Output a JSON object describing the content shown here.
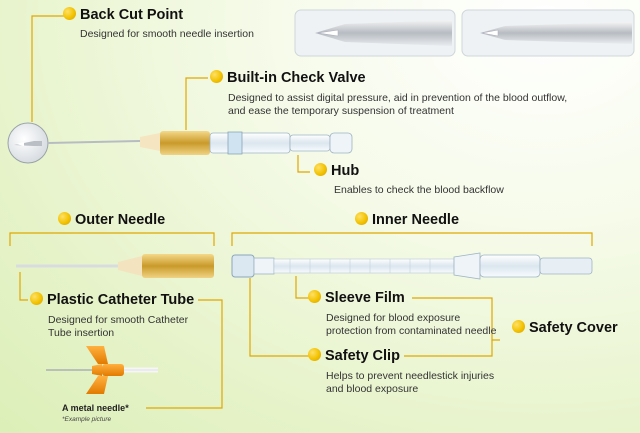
{
  "callouts": {
    "back_cut_point": {
      "title": "Back Cut Point",
      "desc": "Designed for smooth needle insertion"
    },
    "check_valve": {
      "title": "Built-in Check Valve",
      "desc_line1": "Designed to assist digital pressure, aid in prevention of the blood outflow,",
      "desc_line2": "and ease the temporary suspension of treatment"
    },
    "hub": {
      "title": "Hub",
      "desc": "Enables to check the blood backflow"
    },
    "outer_needle": {
      "title": "Outer Needle"
    },
    "inner_needle": {
      "title": "Inner Needle"
    },
    "catheter_tube": {
      "title": "Plastic Catheter Tube",
      "desc_line1": "Designed for smooth Catheter",
      "desc_line2": "Tube insertion"
    },
    "sleeve_film": {
      "title": "Sleeve Film",
      "desc_line1": "Designed for blood exposure",
      "desc_line2": "protection from contaminated needle"
    },
    "safety_cover": {
      "title": "Safety Cover"
    },
    "safety_clip": {
      "title": "Safety Clip",
      "desc_line1": "Helps to prevent needlestick injuries",
      "desc_line2": "and blood exposure"
    },
    "metal_needle": {
      "title": "A metal needle*",
      "note": "*Example picture"
    }
  },
  "colors": {
    "accent_line": "#e0a800",
    "dot": "#f2c200",
    "background": "#e6f3c9"
  }
}
